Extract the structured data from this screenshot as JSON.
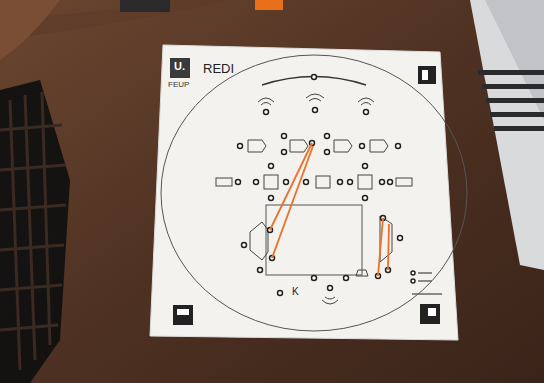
{
  "diagram": {
    "title": "REDI",
    "labels": [
      "U.",
      "FEUP",
      "K"
    ]
  }
}
